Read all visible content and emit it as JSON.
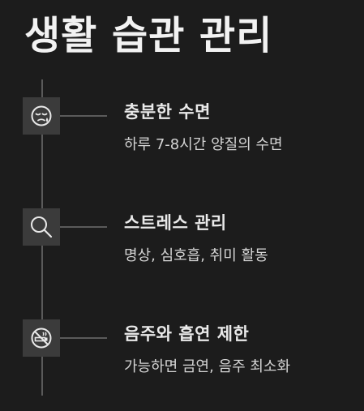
{
  "title": "생활 습관 관리",
  "items": [
    {
      "icon": "sleepy-face-icon",
      "heading": "충분한 수면",
      "description": "하루 7-8시간 양질의 수면"
    },
    {
      "icon": "magnifier-icon",
      "heading": "스트레스 관리",
      "description": "명상, 심호흡, 취미 활동"
    },
    {
      "icon": "no-smoking-icon",
      "heading": "음주와 흡연 제한",
      "description": "가능하면 금연, 음주 최소화"
    }
  ],
  "colors": {
    "background": "#1c1c1c",
    "icon_box": "#3b3b3b",
    "line": "#5a5a5a",
    "text": "#e6e6e6"
  }
}
